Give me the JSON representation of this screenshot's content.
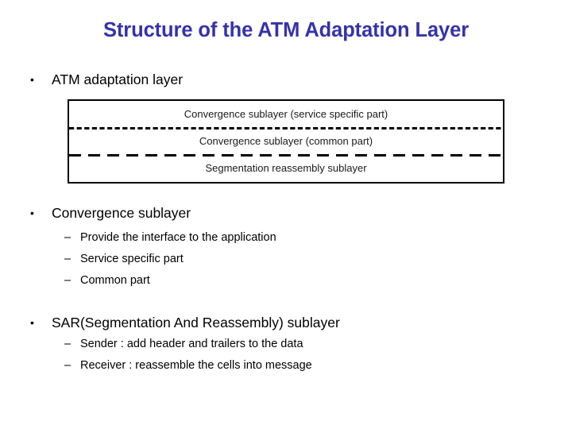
{
  "slide": {
    "title": "Structure of the ATM Adaptation Layer",
    "title_color": "#3632ab",
    "background_color": "#ffffff"
  },
  "bullets": [
    {
      "level": 1,
      "marker": "•",
      "text": "ATM adaptation layer"
    },
    {
      "level": 1,
      "marker": "•",
      "text": "Convergence sublayer"
    },
    {
      "level": 2,
      "marker": "–",
      "text": "Provide  the interface to the application"
    },
    {
      "level": 2,
      "marker": "–",
      "text": "Service specific part"
    },
    {
      "level": 2,
      "marker": "–",
      "text": "Common part"
    },
    {
      "level": 1,
      "marker": "•",
      "text": "SAR(Segmentation And Reassembly) sublayer"
    },
    {
      "level": 2,
      "marker": "–",
      "text": "Sender : add header and trailers to the data"
    },
    {
      "level": 2,
      "marker": "–",
      "text": "Receiver : reassemble the cells into message"
    }
  ],
  "diagram": {
    "name": "atm-adaptation-layer-stack",
    "border_color": "#000000",
    "rows": [
      {
        "label": "Convergence sublayer (service specific part)",
        "divider_below": "short-dash"
      },
      {
        "label": "Convergence sublayer (common part)",
        "divider_below": "long-dash"
      },
      {
        "label": "Segmentation reassembly sublayer",
        "divider_below": "none"
      }
    ]
  }
}
